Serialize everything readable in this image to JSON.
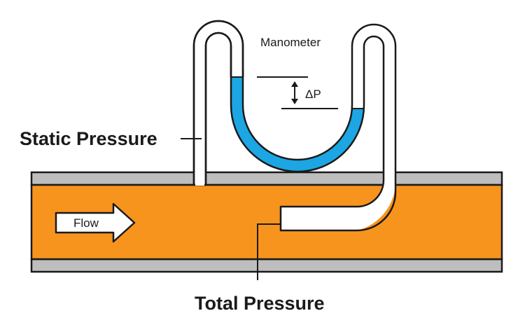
{
  "labels": {
    "manometer": "Manometer",
    "delta_p": "ΔP",
    "static_pressure": "Static Pressure",
    "total_pressure": "Total Pressure",
    "flow": "Flow"
  },
  "colors": {
    "pipe_fluid": "#F7941D",
    "pipe_wall": "#BEBEBE",
    "manometer_liquid": "#1CA6E3",
    "outline": "#1a1a1a",
    "tube_fill": "#ffffff"
  }
}
